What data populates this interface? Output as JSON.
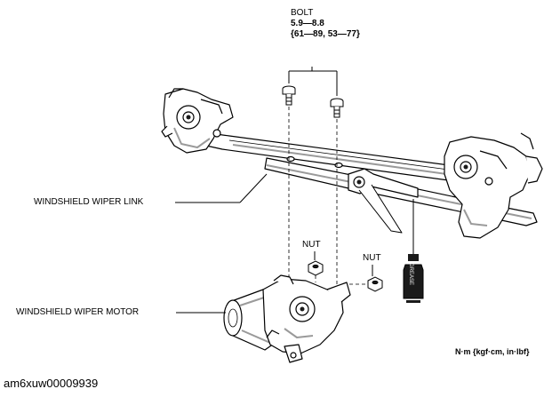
{
  "labels": {
    "bolt": {
      "name": "BOLT",
      "torque_nm": "5.9—8.8",
      "torque_alt": "{61—89, 53—77}"
    },
    "nut_left": "NUT",
    "nut_right": "NUT",
    "wiper_link": "WINDSHIELD WIPER LINK",
    "wiper_motor": "WINDSHIELD WIPER MOTOR",
    "grease": "GREASE",
    "units": "N·m {kgf·cm, in·lbf}"
  },
  "figure_id": "am6xuw00009939",
  "colors": {
    "line": "#000000",
    "fill": "#ffffff",
    "shade": "#9a9a9a",
    "dark": "#1a1a1a"
  }
}
